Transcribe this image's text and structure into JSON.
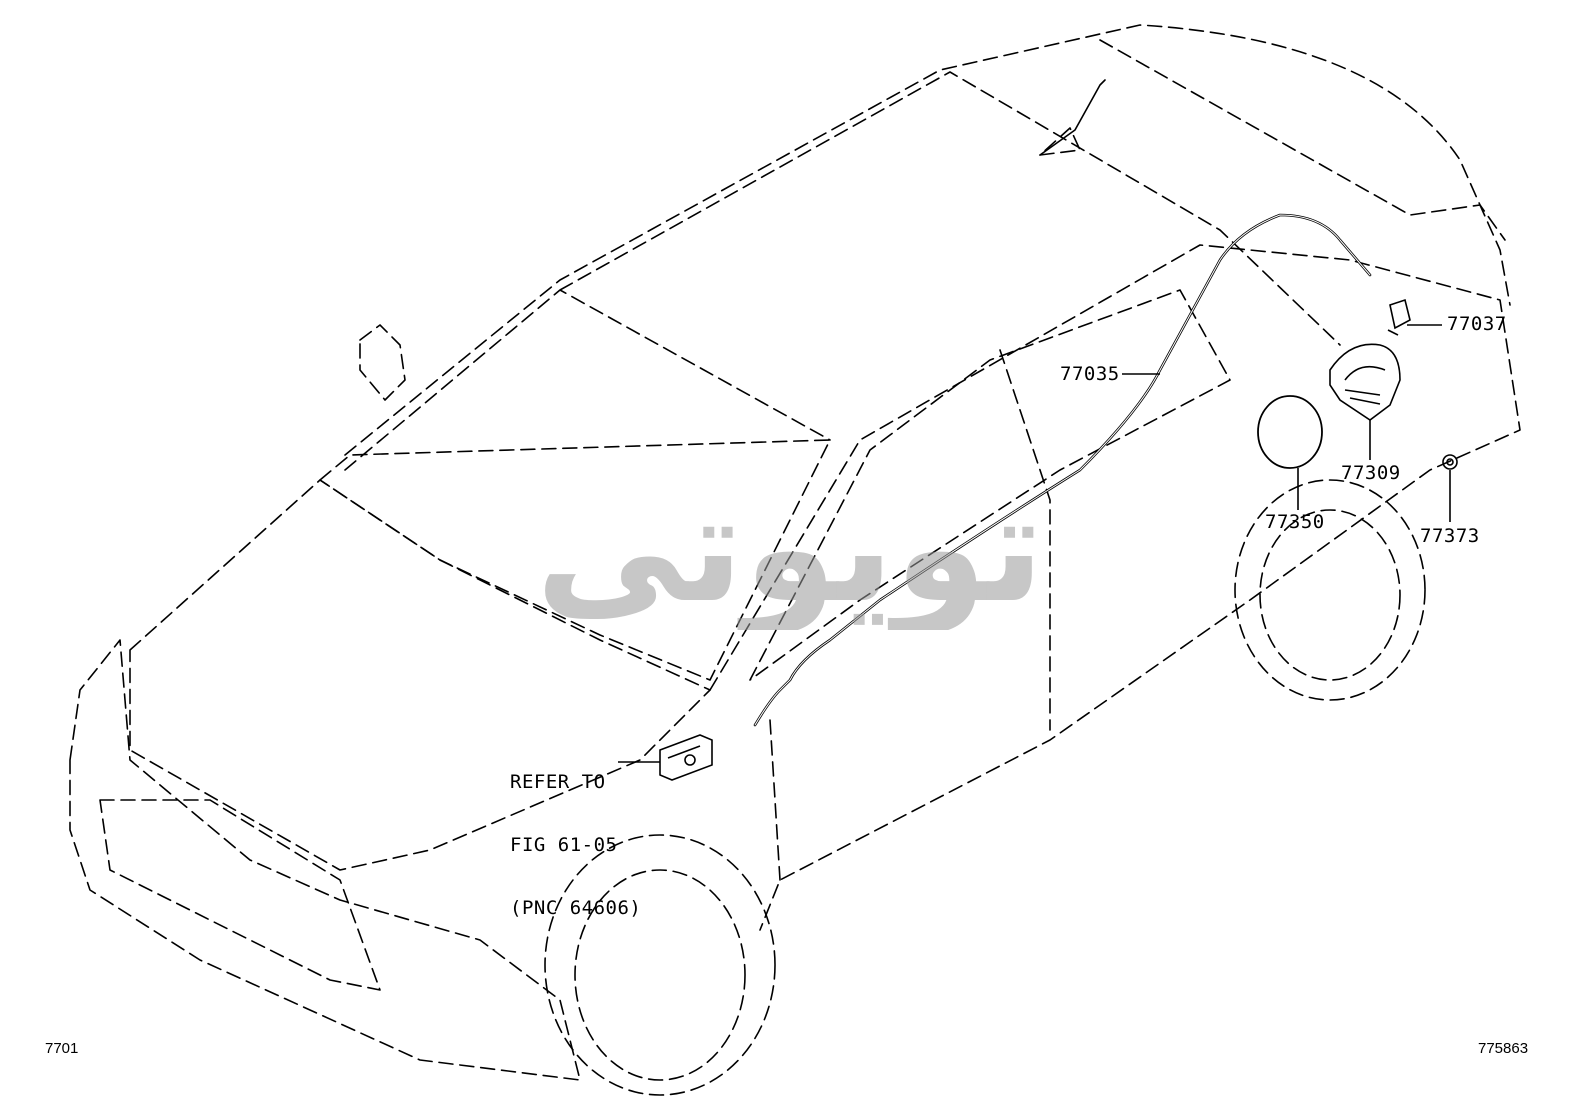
{
  "parts": {
    "p77037": "77037",
    "p77035": "77035",
    "p77309": "77309",
    "p77350": "77350",
    "p77373": "77373"
  },
  "reference": {
    "line1": "REFER TO",
    "line2": "FIG 61-05",
    "line3": "(PNC 64606)"
  },
  "footer": {
    "left_code": "7701",
    "right_code": "775863"
  },
  "watermark": {
    "text": "تویوتی",
    "color": "#9a9a9a"
  },
  "colors": {
    "line": "#000000",
    "background": "#ffffff"
  }
}
